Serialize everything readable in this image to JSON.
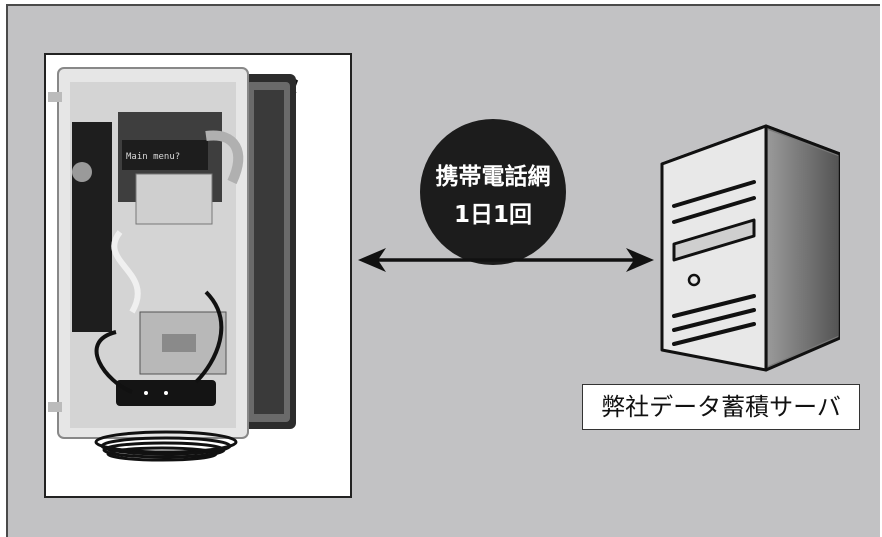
{
  "router": {
    "title": "フィールドルータ",
    "lcd_text": "Main menu?"
  },
  "connection": {
    "line1": "携帯電話網",
    "line2": "1日1回"
  },
  "server": {
    "label": "弊社データ蓄積サーバ"
  },
  "colors": {
    "background": "#c2c2c4",
    "badge": "#1c1c1c",
    "panel": "#ffffff"
  },
  "icons": [
    "server-tower-icon",
    "double-arrow-icon",
    "field-router-photo"
  ]
}
